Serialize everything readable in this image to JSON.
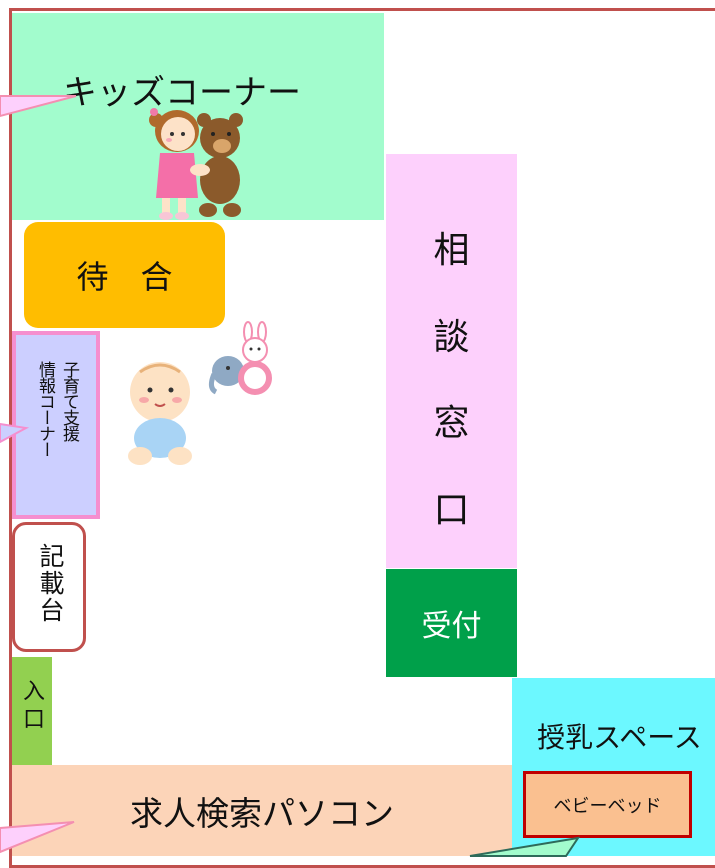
{
  "colors": {
    "kids_area": "#a2fccd",
    "waiting_area": "#ffbd00",
    "consultation": "#fdd0fc",
    "reception": "#00a04a",
    "childcare_info": "#cccfff",
    "entrance": "#92d050",
    "job_search": "#fcd4b8",
    "nursing_space": "#6cf8ff",
    "baby_bed": "#fac090",
    "outline": "#c0504d"
  },
  "areas": {
    "kids_corner": "キッズコーナー",
    "waiting": "待　合",
    "consultation_chars": [
      "相",
      "談",
      "窓",
      "口"
    ],
    "reception": "受付",
    "childcare_info_col1": "子育て支援",
    "childcare_info_col2": "情報コーナー",
    "writing_desk": "記載台",
    "entrance": "入口",
    "job_search_pc": "求人検索パソコン",
    "nursing_space": "授乳スペース",
    "baby_bed": "ベビーベッド"
  },
  "icons": {
    "girl_with_bear": "girl-with-teddy-bear-icon",
    "baby": "baby-icon",
    "rattle": "rattle-toy-icon"
  }
}
